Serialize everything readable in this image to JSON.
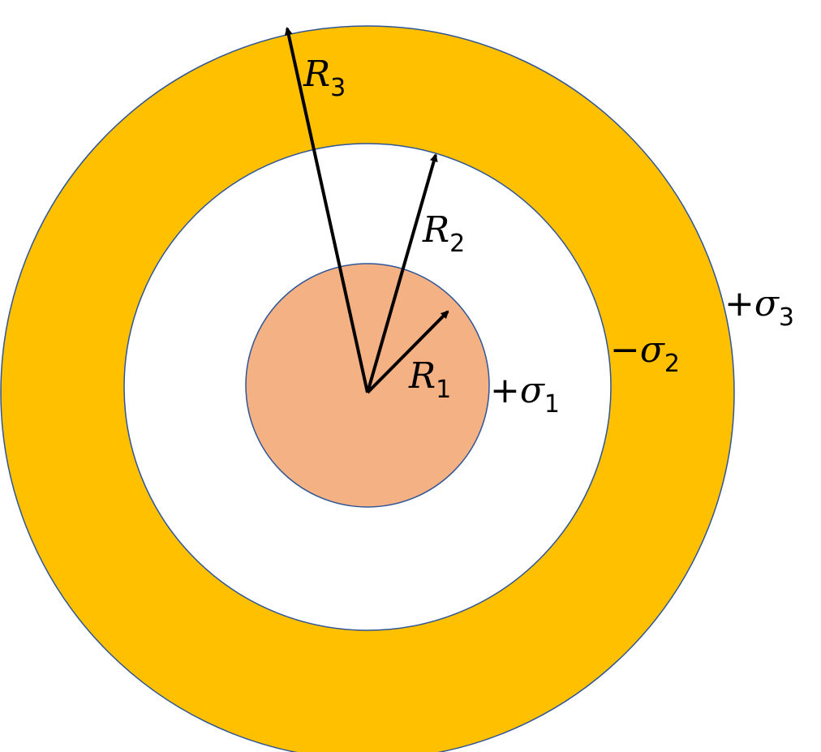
{
  "colors": {
    "outer_shell": "#FFC000",
    "gap": "#FFFFFF",
    "inner_sphere": "#F4B183",
    "outline": "#2F5597",
    "arrows": "#000000"
  },
  "radii_labels": {
    "r1": {
      "symbol": "R",
      "subscript": "1"
    },
    "r2": {
      "symbol": "R",
      "subscript": "2"
    },
    "r3": {
      "symbol": "R",
      "subscript": "3"
    }
  },
  "charge_labels": {
    "sigma1": {
      "sign": "+",
      "symbol": "σ",
      "subscript": "1"
    },
    "sigma2": {
      "sign": "−",
      "symbol": "σ",
      "subscript": "2"
    },
    "sigma3": {
      "sign": "+",
      "symbol": "σ",
      "subscript": "3"
    }
  }
}
